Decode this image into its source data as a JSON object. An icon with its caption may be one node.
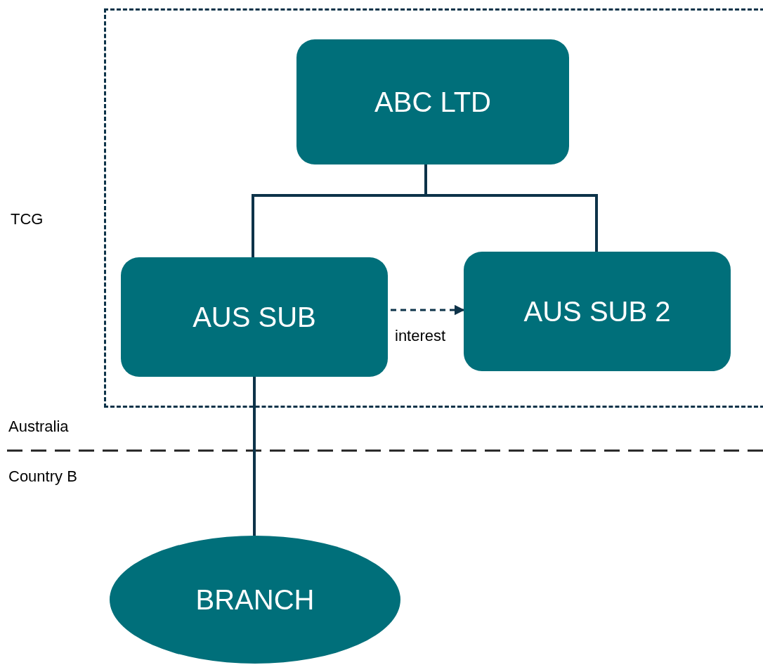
{
  "diagram": {
    "nodes": [
      {
        "text": [
          "TCG"
        ]
      },
      {
        "text": [
          "ABC LTD"
        ],
        "in": 0
      },
      {
        "text": [
          "AUS SUB"
        ],
        "in": 0
      },
      {
        "text": [
          "AUS SUB 2"
        ],
        "in": 0
      },
      {
        "text": [
          "BRANCH"
        ]
      }
    ],
    "edges": [
      {
        "from": 1,
        "to": 2,
        "arrow": "none"
      },
      {
        "from": 1,
        "to": 3,
        "arrow": "none"
      },
      {
        "from": 2,
        "to": 3,
        "arrow": "to",
        "label": "interest",
        "style": "dashed"
      },
      {
        "from": 2,
        "to": 4,
        "arrow": "none"
      }
    ],
    "labels": [
      "Australia",
      "Country B"
    ]
  }
}
